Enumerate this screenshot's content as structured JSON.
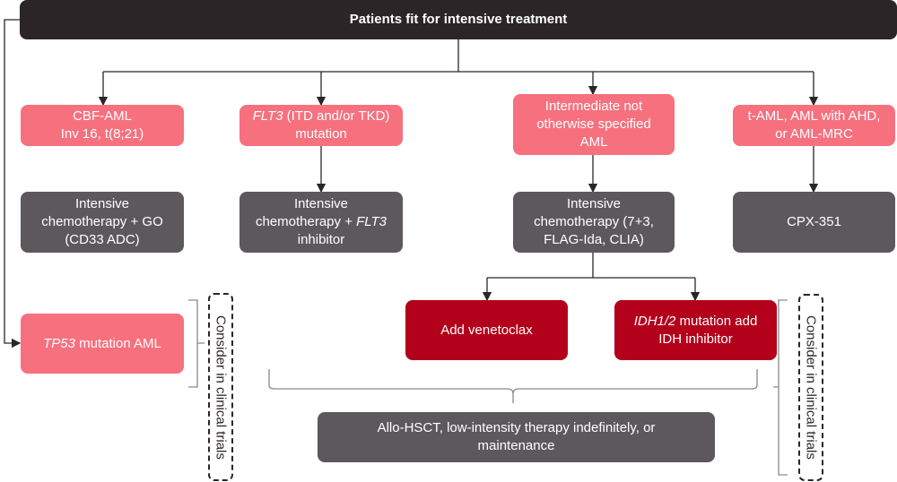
{
  "top": {
    "title": "Patients fit for intensive treatment"
  },
  "columns": [
    {
      "subtype": "CBF-AML\nInv 16, t(8;21)",
      "treatment": "Intensive\nchemotherapy + GO\n(CD33 ADC)"
    },
    {
      "subtype_pre": "",
      "subtype_italic": "FLT3",
      "subtype_post": " (ITD and/or TKD)\nmutation",
      "treatment_pre": "Intensive\nchemotherapy + ",
      "treatment_italic": "FLT3",
      "treatment_post": "\ninhibitor"
    },
    {
      "subtype": "Intermediate not\notherwise specified\nAML",
      "treatment": "Intensive\nchemotherapy (7+3,\nFLAG-Ida, CLIA)"
    },
    {
      "subtype": "t-AML, AML with AHD,\nor AML-MRC",
      "treatment": "CPX-351"
    }
  ],
  "tp53": {
    "italic": "TP53",
    "text": " mutation AML"
  },
  "venetoclax": "Add venetoclax",
  "idh": {
    "italic": "IDH1/2",
    "text": " mutation add\nIDH inhibitor"
  },
  "allo": "Allo-HSCT, low-intensity therapy indefinitely, or\nmaintenance",
  "trials_left": "Consider in clinical trials",
  "trials_right": "Consider in clinical trials",
  "colors": {
    "pink": "#f7707e",
    "dark": "#5d585c",
    "red": "#b3001b",
    "top": "#2b2527"
  }
}
